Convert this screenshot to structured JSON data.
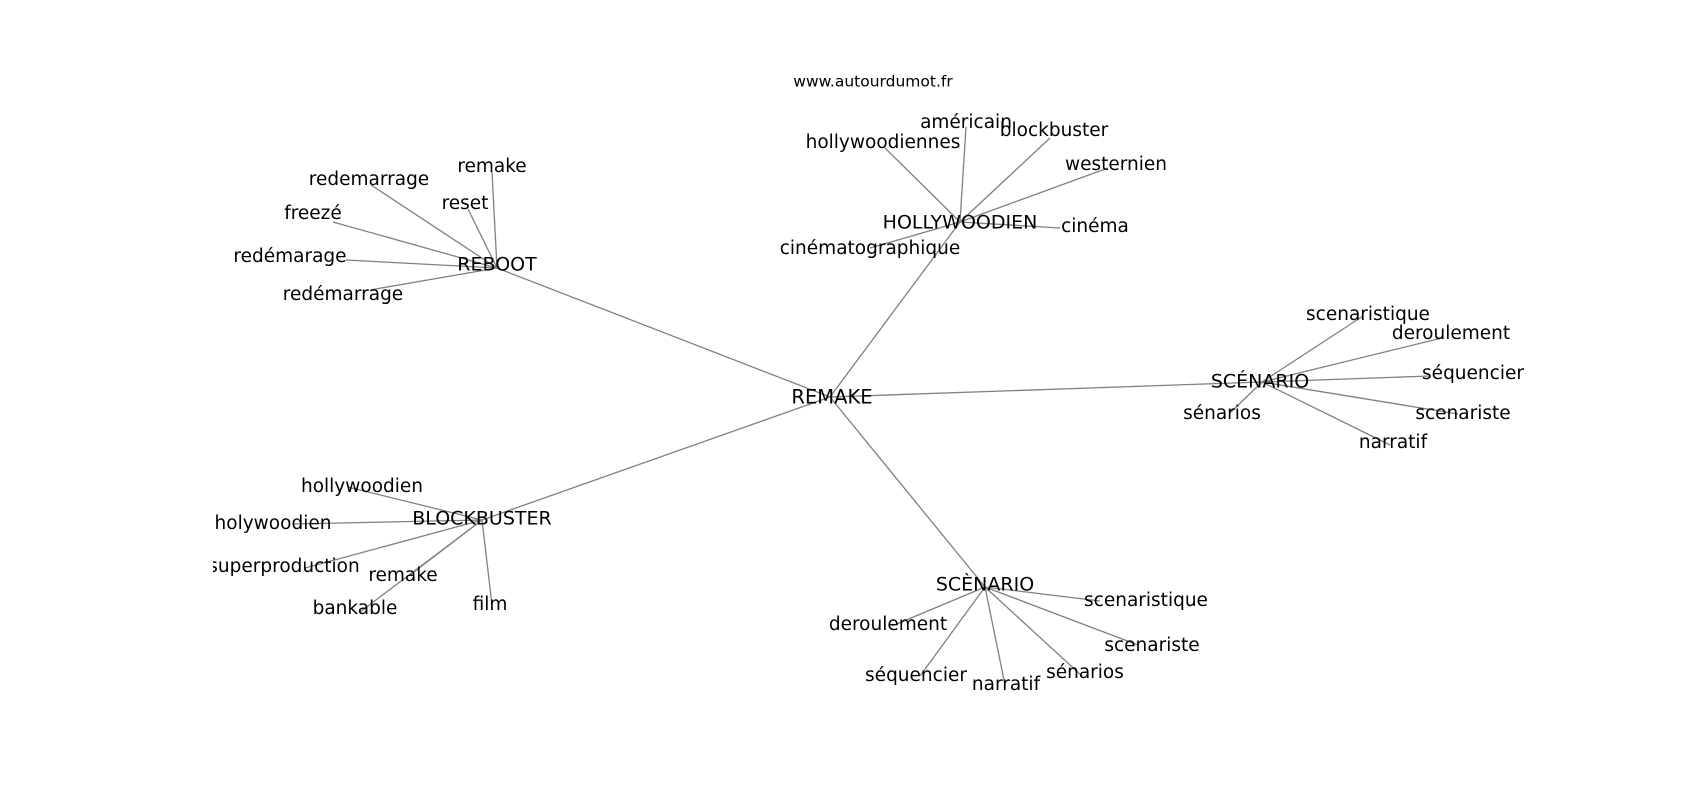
{
  "watermark": "www.autourdumot.fr",
  "center": {
    "id": "remake",
    "label": "REMAKE"
  },
  "clusters": [
    {
      "id": "reboot",
      "label": "REBOOT",
      "leaves": [
        "remake",
        "redemarrage",
        "reset",
        "freezé",
        "redémarage",
        "redémarrage"
      ]
    },
    {
      "id": "hollywoodien",
      "label": "HOLLYWOODIEN",
      "leaves": [
        "américain",
        "hollywoodiennes",
        "blockbuster",
        "westernien",
        "cinéma",
        "cinématographique"
      ]
    },
    {
      "id": "scenario-acute",
      "label": "SCÉNARIO",
      "leaves": [
        "scenaristique",
        "deroulement",
        "séquencier",
        "scenariste",
        "sénarios",
        "narratif"
      ]
    },
    {
      "id": "blockbuster",
      "label": "BLOCKBUSTER",
      "leaves": [
        "hollywoodien",
        "holywoodien",
        "superproduction",
        "remake",
        "bankable",
        "film"
      ]
    },
    {
      "id": "scenario-grave",
      "label": "SCÈNARIO",
      "leaves": [
        "scenaristique",
        "deroulement",
        "scenariste",
        "sénarios",
        "séquencier",
        "narratif"
      ]
    }
  ]
}
